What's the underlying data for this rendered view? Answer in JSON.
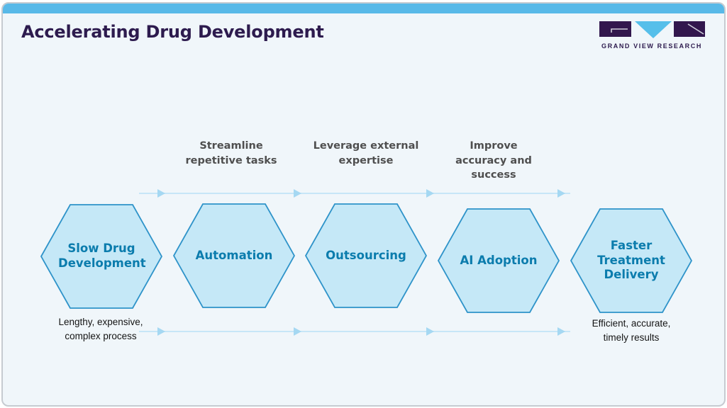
{
  "header": {
    "title": "Accelerating Drug Development",
    "logo_text": "GRAND VIEW RESEARCH"
  },
  "colors": {
    "top_bar": "#58b9e8",
    "card_background": "#f0f6fa",
    "card_border": "#c6cbd1",
    "title_text": "#2d1b4e",
    "hexagon_fill": "#c5e8f7",
    "hexagon_border": "#2e93c9",
    "hexagon_text": "#0b7cad",
    "arrow_line": "#c7e6f7",
    "arrow_head": "#a5d8f2",
    "stage_label_text": "#4f4f4f",
    "logo_purple": "#32174d",
    "logo_blue": "#56bfea"
  },
  "flow": {
    "stage_labels": [
      {
        "label": "Streamline repetitive tasks"
      },
      {
        "label": "Leverage external expertise"
      },
      {
        "label": "Improve accuracy and success"
      }
    ],
    "hexagons": [
      {
        "label": "Slow Drug Development",
        "caption": "Lengthy, expensive, complex process"
      },
      {
        "label": "Automation",
        "caption": ""
      },
      {
        "label": "Outsourcing",
        "caption": ""
      },
      {
        "label": "AI Adoption",
        "caption": ""
      },
      {
        "label": "Faster Treatment Delivery",
        "caption": "Efficient, accurate, timely results"
      }
    ]
  }
}
